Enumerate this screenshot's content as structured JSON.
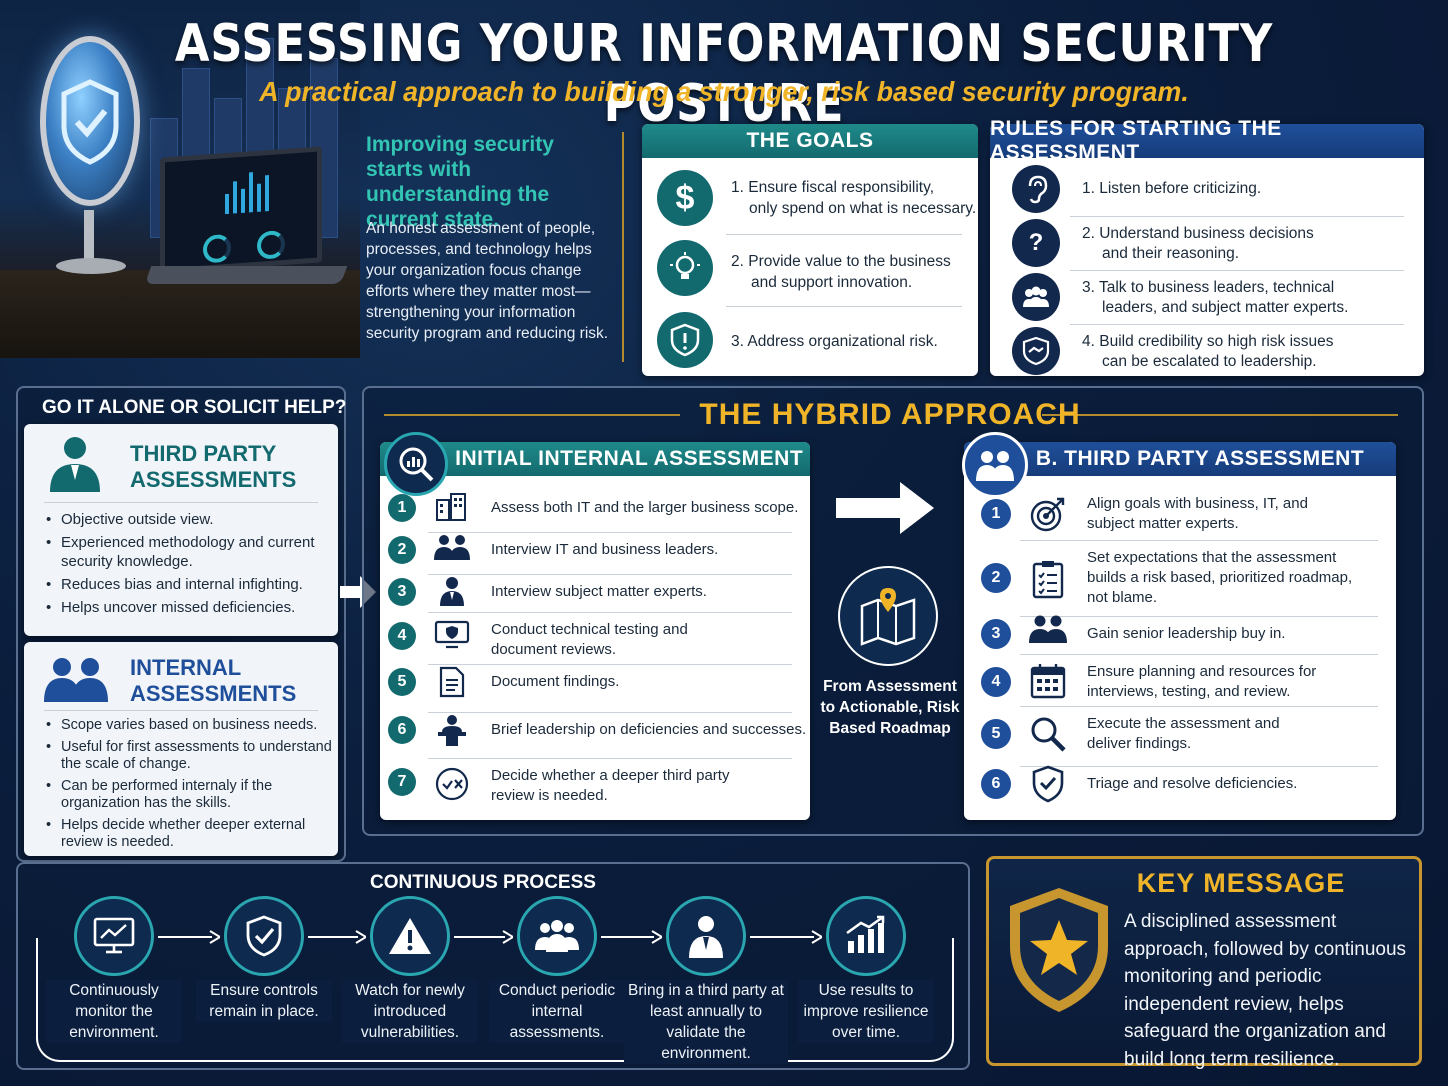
{
  "header": {
    "title": "ASSESSING YOUR INFORMATION SECURITY POSTURE",
    "subtitle": "A practical approach to building a stronger, risk based security program."
  },
  "intro": {
    "heading": "Improving security starts with understanding the current state.",
    "body": "An honest assessment of people, processes, and technology helps your organization focus change efforts where they matter most—strengthening your information security program and reducing risk."
  },
  "goals": {
    "title": "THE GOALS",
    "items": [
      {
        "icon": "dollar-icon",
        "line1": "1.  Ensure fiscal responsibility,",
        "line2": "only spend on what is necessary."
      },
      {
        "icon": "lightbulb-icon",
        "line1": "2.  Provide value to the business",
        "line2": "and support innovation."
      },
      {
        "icon": "shield-alert-icon",
        "line1": "3.  Address organizational risk.",
        "line2": ""
      }
    ]
  },
  "rules": {
    "title": "RULES FOR STARTING THE ASSESSMENT",
    "items": [
      {
        "icon": "ear-icon",
        "line1": "1.  Listen before criticizing.",
        "line2": ""
      },
      {
        "icon": "head-question-icon",
        "line1": "2.  Understand business decisions",
        "line2": "and their reasoning."
      },
      {
        "icon": "group-icon",
        "line1": "3.  Talk to business leaders, technical",
        "line2": "leaders, and subject matter experts."
      },
      {
        "icon": "handshake-icon",
        "line1": "4.  Build credibility so high risk issues",
        "line2": "can be escalated to leadership."
      }
    ]
  },
  "solicit": {
    "title": "GO IT ALONE OR SOLICIT HELP?",
    "third_party": {
      "title_line1": "THIRD PARTY",
      "title_line2": "ASSESSMENTS",
      "bullets": [
        "Objective outside view.",
        "Experienced methodology and current security knowledge.",
        "Reduces bias and internal infighting.",
        "Helps uncover missed deficiencies."
      ]
    },
    "internal": {
      "title_line1": "INTERNAL",
      "title_line2": "ASSESSMENTS",
      "bullets": [
        "Scope varies based on business needs.",
        "Useful for first assessments to understand the scale of change.",
        "Can be performed internaly if the organization has the skills.",
        "Helps decide whether deeper external review is needed."
      ]
    }
  },
  "hybrid": {
    "title": "THE HYBRID APPROACH",
    "middle_caption": "From Assessment to Actionable, Risk Based Roadmap",
    "internal_assessment": {
      "title": "A. INITIAL INTERNAL ASSESSMENT",
      "steps": [
        {
          "num": "1",
          "icon": "buildings-icon",
          "line1": "Assess both IT and the larger business scope.",
          "line2": ""
        },
        {
          "num": "2",
          "icon": "people-icon",
          "line1": "Interview IT and business leaders.",
          "line2": ""
        },
        {
          "num": "3",
          "icon": "person-icon",
          "line1": "Interview subject matter experts.",
          "line2": ""
        },
        {
          "num": "4",
          "icon": "monitor-shield-icon",
          "line1": "Conduct technical testing and",
          "line2": "document reviews."
        },
        {
          "num": "5",
          "icon": "document-icon",
          "line1": "Document findings.",
          "line2": ""
        },
        {
          "num": "6",
          "icon": "presenter-icon",
          "line1": "Brief leadership on deficiencies and successes.",
          "line2": ""
        },
        {
          "num": "7",
          "icon": "decision-icon",
          "line1": "Decide whether a deeper third party",
          "line2": "review is needed."
        }
      ]
    },
    "third_party_assessment": {
      "title": "B. THIRD PARTY ASSESSMENT",
      "steps": [
        {
          "num": "1",
          "icon": "target-icon",
          "line1": "Align goals with business, IT, and",
          "line2": "subject matter experts.",
          "line3": ""
        },
        {
          "num": "2",
          "icon": "clipboard-icon",
          "line1": "Set expectations that the assessment",
          "line2": "builds a risk based, prioritized roadmap,",
          "line3": "not blame."
        },
        {
          "num": "3",
          "icon": "leaders-icon",
          "line1": "Gain senior leadership buy in.",
          "line2": "",
          "line3": ""
        },
        {
          "num": "4",
          "icon": "calendar-icon",
          "line1": "Ensure planning and resources for",
          "line2": "interviews, testing, and review.",
          "line3": ""
        },
        {
          "num": "5",
          "icon": "magnifier-icon",
          "line1": "Execute the assessment and",
          "line2": "deliver findings.",
          "line3": ""
        },
        {
          "num": "6",
          "icon": "shield-check-icon",
          "line1": "Triage and resolve deficiencies.",
          "line2": "",
          "line3": ""
        }
      ]
    }
  },
  "process": {
    "title": "CONTINUOUS PROCESS",
    "steps": [
      {
        "icon": "monitor-chart-icon",
        "text": "Continuously monitor the environment."
      },
      {
        "icon": "shield-check-icon",
        "text": "Ensure controls remain in place."
      },
      {
        "icon": "warning-icon",
        "text": "Watch for newly introduced vulnerabilities."
      },
      {
        "icon": "team-icon",
        "text": "Conduct periodic internal assessments."
      },
      {
        "icon": "consultant-icon",
        "text": "Bring in a third party at least annually to validate the environment."
      },
      {
        "icon": "growth-chart-icon",
        "text": "Use results to improve resilience over time."
      }
    ]
  },
  "key_message": {
    "title": "KEY MESSAGE",
    "text": "A disciplined assessment approach, followed by continuous monitoring and periodic independent review, helps safeguard the organization and build long term resilience."
  },
  "colors": {
    "teal": "#136a6e",
    "navy": "#13284d",
    "gold": "#f0b429",
    "blue": "#1f4f9a"
  }
}
